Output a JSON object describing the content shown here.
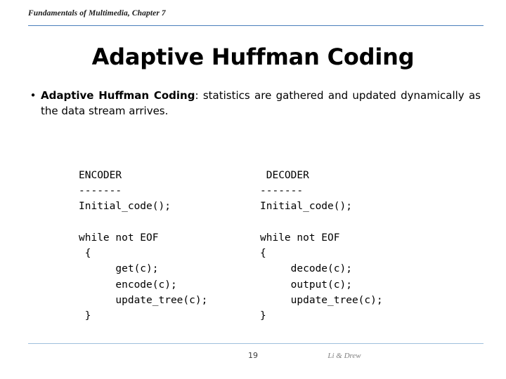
{
  "header": {
    "text": "Fundamentals of Multimedia, Chapter 7"
  },
  "title": "Adaptive Huffman Coding",
  "bullet": {
    "marker": "•",
    "bold_lead": "Adaptive Huffman Coding",
    "rest": ": statistics are gathered and updated dynamically as the data stream arrives."
  },
  "code": {
    "left": "ENCODER\n-------\nInitial_code();\n\nwhile not EOF\n {\n      get(c);\n      encode(c);\n      update_tree(c);\n }",
    "right": " DECODER\n-------\nInitial_code();\n\nwhile not EOF\n{\n     decode(c);\n     output(c);\n     update_tree(c);\n}"
  },
  "footer": {
    "page_number": "19",
    "credit": "Li & Drew"
  }
}
